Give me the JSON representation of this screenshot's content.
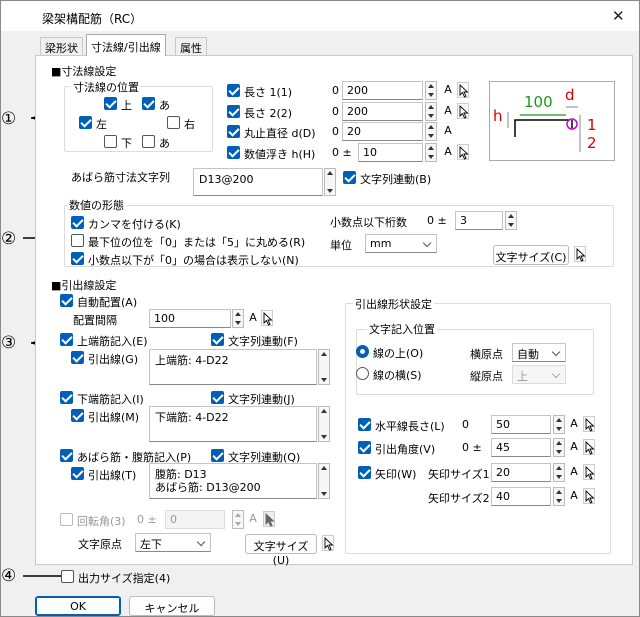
{
  "window": {
    "title": "梁架構配筋（RC）",
    "close": "✕"
  },
  "tabs": [
    "梁形状",
    "寸法線/引出線",
    "属性"
  ],
  "markers": [
    "①",
    "②",
    "③",
    "④"
  ],
  "dim_section": {
    "title": "■寸法線設定",
    "position_group": "寸法線の位置",
    "pos_upper": "上",
    "pos_upper_a": "あ",
    "pos_left": "左",
    "pos_right": "右",
    "pos_lower": "下",
    "pos_lower_a": "あ",
    "rows": [
      {
        "label": "長さ 1(1)",
        "prefix": "0",
        "value": "200"
      },
      {
        "label": "長さ 2(2)",
        "prefix": "0",
        "value": "200"
      },
      {
        "label": "丸止直径 d(D)",
        "prefix": "0",
        "value": "20"
      },
      {
        "label": "数値浮き h(H)",
        "prefix": "0 ±",
        "value": "10"
      }
    ],
    "abara_label": "あばら筋寸法文字列",
    "abara_value": "D13@200",
    "text_link": "文字列連動(B)",
    "preview": {
      "num": "100",
      "d": "d",
      "h": "h",
      "one": "1",
      "two": "2"
    }
  },
  "num_section": {
    "title": "数値の形態",
    "comma": "カンマを付ける(K)",
    "round": "最下位の位を「0」または「5」に丸める(R)",
    "hide_zero": "小数点以下が「0」の場合は表示しない(N)",
    "decimals_label": "小数点以下桁数",
    "decimals_prefix": "0 ±",
    "decimals_value": "3",
    "unit_label": "単位",
    "unit_value": "mm",
    "textsize_btn": "文字サイズ(C)"
  },
  "lead_section": {
    "title": "■引出線設定",
    "auto": "自動配置(A)",
    "interval_label": "配置間隔",
    "interval_value": "100",
    "top_entry": "上端筋記入(E)",
    "top_link": "文字列連動(F)",
    "top_lead": "引出線(G)",
    "top_text": "上端筋: 4-D22",
    "bot_entry": "下端筋記入(I)",
    "bot_link": "文字列連動(J)",
    "bot_lead": "引出線(M)",
    "bot_text": "下端筋: 4-D22",
    "ab_entry": "あばら筋・腹筋記入(P)",
    "ab_link": "文字列連動(Q)",
    "ab_lead": "引出線(T)",
    "ab_text": "腹筋: D13\nあばら筋: D13@200",
    "rotate": "回転角(3)",
    "rotate_prefix": "0 ±",
    "rotate_value": "0",
    "origin_label": "文字原点",
    "origin_value": "左下",
    "textsize_btn": "文字サイズ(U)"
  },
  "shape_section": {
    "title": "引出線形状設定",
    "pos_group": "文字記入位置",
    "on_line": "線の上(O)",
    "beside_line": "線の横(S)",
    "h_origin_label": "横原点",
    "h_origin_value": "自動",
    "v_origin_label": "縦原点",
    "v_origin_value": "上",
    "hlen": "水平線長さ(L)",
    "hlen_prefix": "0",
    "hlen_value": "50",
    "angle": "引出角度(V)",
    "angle_prefix": "0 ±",
    "angle_value": "45",
    "arrow": "矢印(W)",
    "arrow_size1_label": "矢印サイズ1",
    "arrow_size1": "20",
    "arrow_size2_label": "矢印サイズ2",
    "arrow_size2": "40"
  },
  "output_size": "出力サイズ指定(4)",
  "ok": "OK",
  "cancel": "キャンセル",
  "a_letter": "A",
  "colors": {
    "accent": "#005fb8",
    "preview_green": "#1a9a1a",
    "preview_red": "#e00000",
    "preview_magenta": "#d000d0"
  }
}
